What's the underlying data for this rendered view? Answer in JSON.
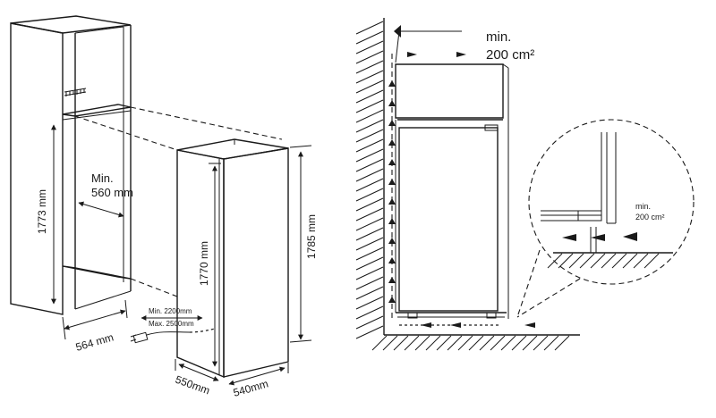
{
  "left_diagram": {
    "cabinet_height": "1773 mm",
    "min_niche_width_line1": "Min.",
    "min_niche_width_line2": "560 mm",
    "niche_depth": "564 mm",
    "cable_min": "Min. 2200mm",
    "cable_max": "Max. 2500mm",
    "appliance_height": "1770 mm",
    "appliance_total_height": "1785 mm",
    "appliance_depth": "550mm",
    "appliance_width": "540mm"
  },
  "right_diagram": {
    "top_vent_line1": "min.",
    "top_vent_line2": "200 cm²",
    "bottom_vent_line1": "min.",
    "bottom_vent_line2": "200 cm²"
  }
}
